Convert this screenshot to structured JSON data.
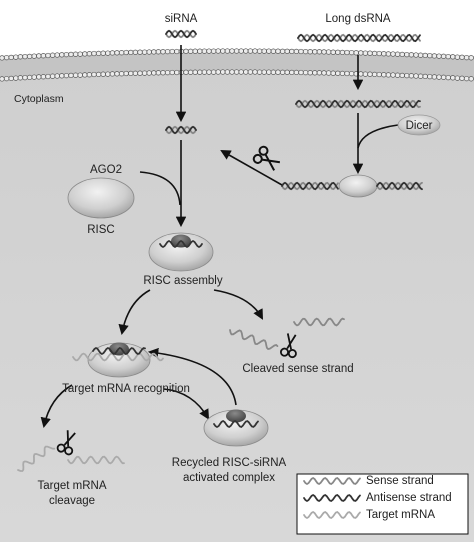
{
  "labels": {
    "sirna": "siRNA",
    "long_dsrna": "Long dsRNA",
    "cytoplasm": "Cytoplasm",
    "dicer": "Dicer",
    "ago2": "AGO2",
    "risc": "RISC",
    "risc_assembly": "RISC assembly",
    "cleaved_sense_strand": "Cleaved sense strand",
    "target_mrna_recognition": "Target mRNA recognition",
    "target_mrna_cleavage_line1": "Target mRNA",
    "target_mrna_cleavage_line2": "cleavage",
    "recycled_line1": "Recycled RISC-siRNA",
    "recycled_line2": "activated complex"
  },
  "legend": {
    "sense_strand": "Sense strand",
    "antisense_strand": "Antisense strand",
    "target_mrna": "Target mRNA"
  },
  "colors": {
    "membrane_band": "#bdbdbd",
    "cytoplasm_fill": "#d4d4d4",
    "protein_fill": "#cfcfcf",
    "arrow": "#111111",
    "sense_strand": "#888888",
    "antisense_strand": "#333333",
    "target_mrna": "#aaaaaa"
  }
}
